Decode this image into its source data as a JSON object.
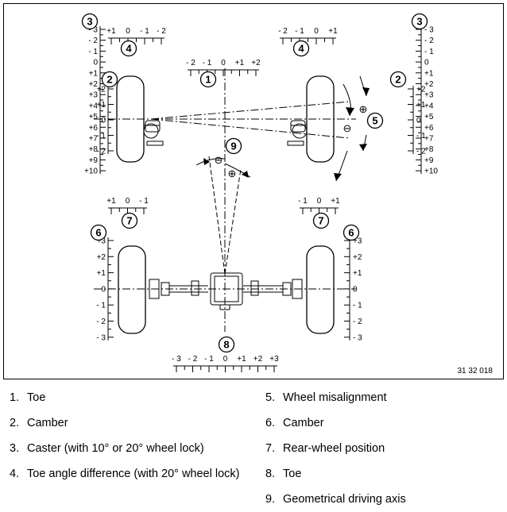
{
  "figure_code": "31 32 018",
  "callouts": {
    "c1": "1",
    "c2": "2",
    "c3": "3",
    "c4": "4",
    "c5": "5",
    "c6": "6",
    "c7": "7",
    "c8": "8",
    "c9": "9"
  },
  "symbols": {
    "minus": "⊖",
    "plus": "⊕"
  },
  "scales": {
    "caster_left": [
      "- 3",
      "- 2",
      "- 1",
      "0",
      "+1",
      "+2",
      "+3",
      "+4",
      "+5",
      "+6",
      "+7",
      "+8",
      "+9",
      "+10"
    ],
    "caster_right": [
      "- 3",
      "- 2",
      "- 1",
      "0",
      "+1",
      "+2",
      "+3",
      "+4",
      "+5",
      "+6",
      "+7",
      "+8",
      "+9",
      "+10"
    ],
    "toe_diff_left": [
      "+1",
      "0",
      "- 1",
      "- 2"
    ],
    "toe_diff_right": [
      "- 2",
      "- 1",
      "0",
      "+1"
    ],
    "front_toe": [
      "- 2",
      "- 1",
      "0",
      "+1",
      "+2"
    ],
    "camber_front_left": [
      "+2",
      "+1",
      "0",
      "- 1",
      "- 2"
    ],
    "camber_front_right": [
      "+2",
      "+1",
      "0",
      "- 1",
      "- 2"
    ],
    "rear_pos_left": [
      "+1",
      "0",
      "- 1"
    ],
    "rear_pos_right": [
      "- 1",
      "0",
      "+1"
    ],
    "camber_rear_left": [
      "+3",
      "+2",
      "+1",
      "0",
      "- 1",
      "- 2",
      "- 3"
    ],
    "camber_rear_right": [
      "+3",
      "+2",
      "+1",
      "0",
      "- 1",
      "- 2",
      "- 3"
    ],
    "rear_toe": [
      "- 3",
      "- 2",
      "- 1",
      "0",
      "+1",
      "+2",
      "+3"
    ]
  },
  "legend": [
    {
      "num": "1.",
      "label": "Toe"
    },
    {
      "num": "2.",
      "label": "Camber"
    },
    {
      "num": "3.",
      "label": "Caster (with 10° or 20° wheel lock)"
    },
    {
      "num": "4.",
      "label": "Toe angle difference (with 20° wheel lock)"
    },
    {
      "num": "5.",
      "label": "Wheel misalignment"
    },
    {
      "num": "6.",
      "label": "Camber"
    },
    {
      "num": "7.",
      "label": "Rear-wheel position"
    },
    {
      "num": "8.",
      "label": "Toe"
    },
    {
      "num": "9.",
      "label": "Geometrical driving axis"
    }
  ]
}
